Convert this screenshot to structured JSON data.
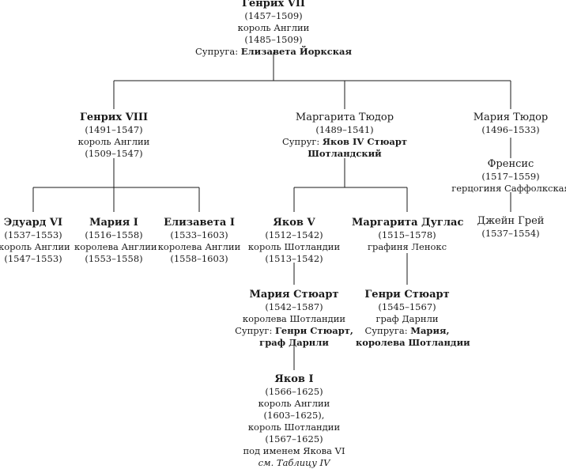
{
  "henry7": {
    "name": "Генрих VII",
    "years": "(1457–1509)",
    "title": "король Англии",
    "reign": "(1485–1509)",
    "spouse_label": "Супруга: ",
    "spouse": "Елизавета Йоркская"
  },
  "henry8": {
    "name": "Генрих VIII",
    "years": "(1491–1547)",
    "title": "король Англии",
    "reign": "(1509–1547)"
  },
  "margaret_tudor": {
    "name": "Маргарита Тюдор",
    "years": "(1489–1541)",
    "spouse_label": "Супруг: ",
    "spouse_line1": "Яков IV Стюарт",
    "spouse_line2": "Шотландский"
  },
  "mary_tudor": {
    "name": "Мария Тюдор",
    "years": "(1496–1533)"
  },
  "frances": {
    "name": "Френсис",
    "years": "(1517–1559)",
    "title": "герцогиня Саффолкская"
  },
  "jane_grey": {
    "name": "Джейн Грей",
    "years": "(1537–1554)"
  },
  "edward6": {
    "name": "Эдуард VI",
    "years": "(1537–1553)",
    "title": "король Англии",
    "reign": "(1547–1553)"
  },
  "mary1": {
    "name": "Мария I",
    "years": "(1516–1558)",
    "title": "королева Англии",
    "reign": "(1553–1558)"
  },
  "elizabeth1": {
    "name": "Елизавета I",
    "years": "(1533–1603)",
    "title": "королева Англии",
    "reign": "(1558–1603)"
  },
  "james5": {
    "name": "Яков V",
    "years": "(1512–1542)",
    "title": "король Шотландии",
    "reign": "(1513–1542)"
  },
  "margaret_douglas": {
    "name": "Маргарита Дуглас",
    "years": "(1515–1578)",
    "title": "графиня Ленокс"
  },
  "mary_stuart": {
    "name": "Мария Стюарт",
    "years": "(1542–1587)",
    "title": "королева Шотландии",
    "spouse_label": "Супруг: ",
    "spouse_line1": "Генри Стюарт,",
    "spouse_line2": "граф Дарнли"
  },
  "henry_stuart": {
    "name": "Генри Стюарт",
    "years": "(1545–1567)",
    "title": "граф Дарнли",
    "spouse_label": "Супруга: ",
    "spouse_line1": "Мария,",
    "spouse_line2": "королева Шотландии"
  },
  "james1": {
    "name": "Яков I",
    "years": "(1566–1625)",
    "title1": "король Англии",
    "reign1": "(1603–1625),",
    "title2": "король Шотландии",
    "reign2": "(1567–1625)",
    "alias": "под именем Якова VI",
    "reference": "см. Таблицу IV"
  }
}
